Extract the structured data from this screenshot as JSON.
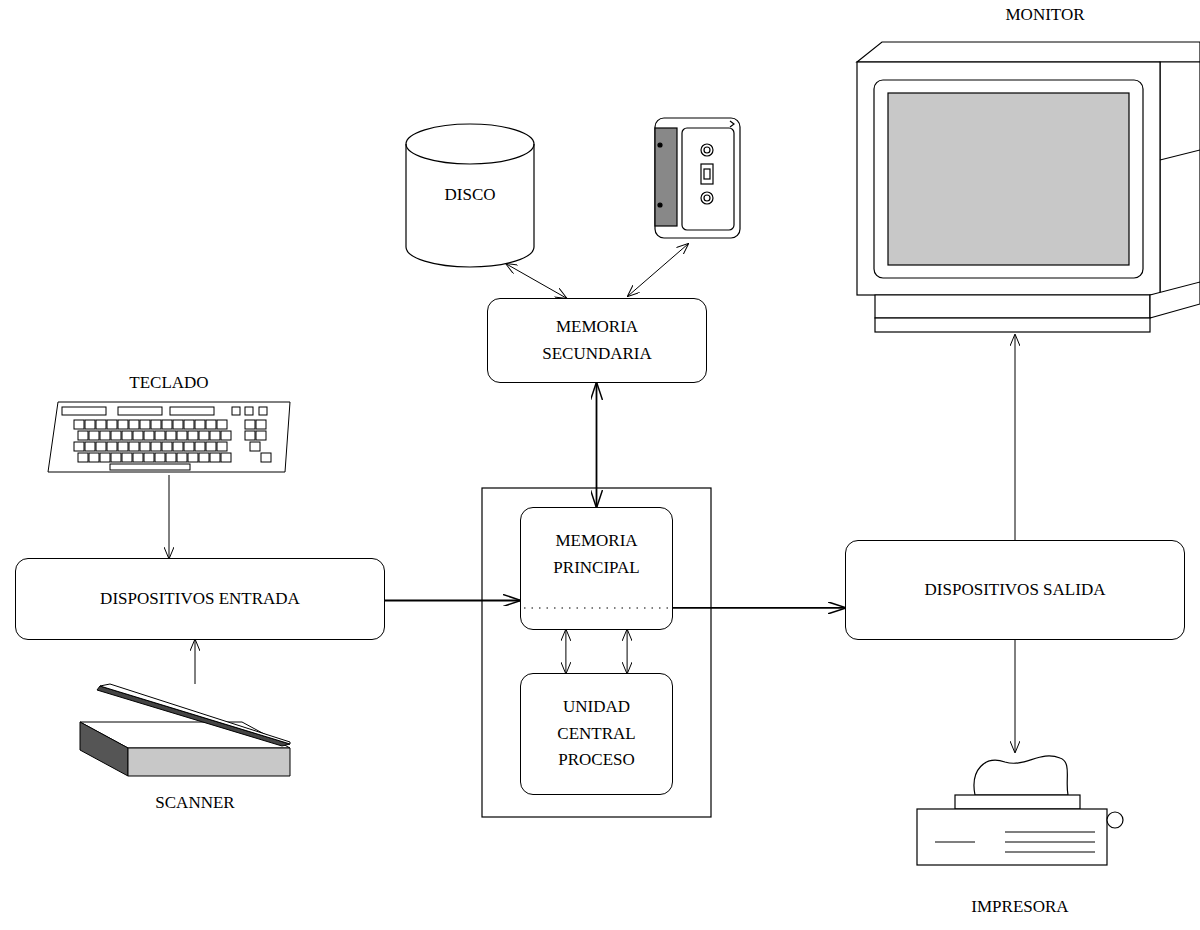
{
  "diagram": {
    "nodes": [
      {
        "text": [
          "DISCO"
        ]
      },
      {
        "text": [
          "MEMORIA SECUNDARIA"
        ]
      },
      {
        "text": [
          "MONITOR"
        ]
      },
      {
        "text": [
          "TECLADO"
        ]
      },
      {
        "text": [
          "DISPOSITIVOS ENTRADA"
        ]
      },
      {
        "text": [
          "MEMORIA PRINCIPAL"
        ]
      },
      {
        "text": [
          "DISPOSITIVOS SALIDA"
        ]
      },
      {
        "text": [
          "UNIDAD CENTRAL PROCESO"
        ]
      },
      {
        "text": [
          "SCANNER"
        ]
      },
      {
        "text": [
          "IMPRESORA"
        ]
      }
    ],
    "edges": [
      {
        "from": 0,
        "to": 1,
        "arrow": "both"
      },
      {
        "from": 1,
        "to": 5,
        "arrow": "both"
      },
      {
        "from": 3,
        "to": 4,
        "arrow": "to"
      },
      {
        "from": 8,
        "to": 4,
        "arrow": "to"
      },
      {
        "from": 4,
        "to": 5,
        "arrow": "to"
      },
      {
        "from": 5,
        "to": 6,
        "arrow": "to"
      },
      {
        "from": 6,
        "to": 2,
        "arrow": "to"
      },
      {
        "from": 6,
        "to": 9,
        "arrow": "to"
      },
      {
        "from": 5,
        "to": 7,
        "arrow": "both"
      },
      {
        "from": 5,
        "to": 7,
        "arrow": "both"
      }
    ]
  }
}
